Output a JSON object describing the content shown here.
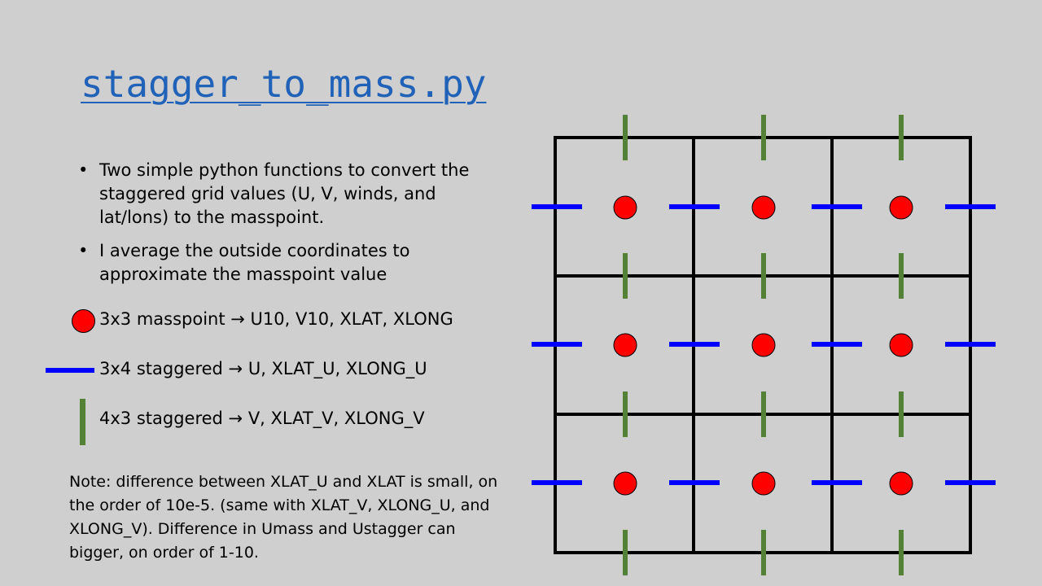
{
  "title": "stagger_to_mass.py",
  "bullets": [
    "Two simple python functions to convert the staggered grid values (U, V, winds, and lat/lons) to the masspoint.",
    "I average the outside coordinates to approximate the masspoint value"
  ],
  "legend": {
    "masspoint": "3x3  masspoint → U10, V10, XLAT, XLONG",
    "u_staggered": "3x4 staggered → U, XLAT_U, XLONG_U",
    "v_staggered": "4x3 staggered → V, XLAT_V, XLONG_V"
  },
  "note": "Note: difference between XLAT_U and XLAT is small, on the order of 10e-5. (same with XLAT_V, XLONG_U, and XLONG_V). Difference in Umass and Ustagger can bigger, on order of 1-10.",
  "colors": {
    "title": "#1f62b8",
    "masspoint": "#ff0000",
    "u_staggered": "#0000ff",
    "v_staggered": "#538135",
    "grid": "#000000"
  },
  "grid": {
    "rows": 3,
    "cols": 3
  }
}
